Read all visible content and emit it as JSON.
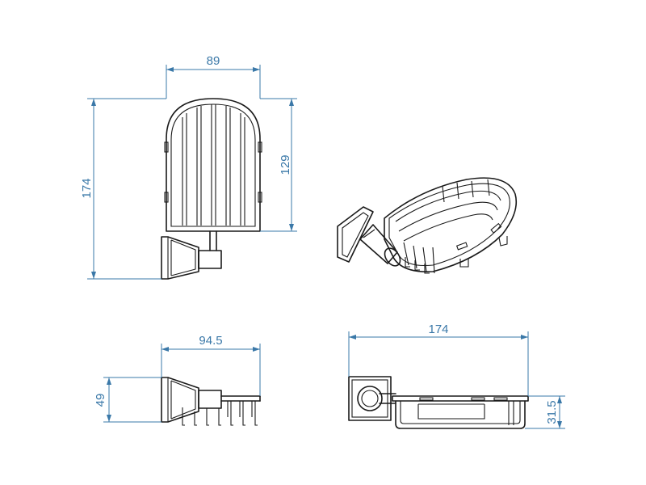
{
  "colors": {
    "dimension": "#3a78a8",
    "outline": "#1a1a1a",
    "background": "#ffffff"
  },
  "views": {
    "front": {
      "width": "89",
      "basket_height": "129",
      "total_height": "174"
    },
    "iso": {},
    "side": {
      "depth": "94.5",
      "height": "49"
    },
    "top": {
      "length": "174",
      "height": "31.5"
    }
  }
}
